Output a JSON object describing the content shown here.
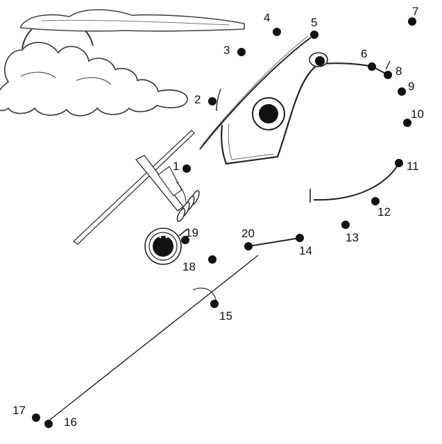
{
  "puzzle": {
    "dots": [
      {
        "label": "1"
      },
      {
        "label": "2"
      },
      {
        "label": "3"
      },
      {
        "label": "4"
      },
      {
        "label": "5"
      },
      {
        "label": "6"
      },
      {
        "label": "7"
      },
      {
        "label": "8"
      },
      {
        "label": "9"
      },
      {
        "label": "10"
      },
      {
        "label": "11"
      },
      {
        "label": "12"
      },
      {
        "label": "13"
      },
      {
        "label": "14"
      },
      {
        "label": "15"
      },
      {
        "label": "16"
      },
      {
        "label": "17"
      },
      {
        "label": "18"
      },
      {
        "label": "19"
      },
      {
        "label": "20"
      }
    ]
  },
  "colors": {
    "ink": "#111111",
    "paper": "#ffffff",
    "cloud_fill": "#ffffff"
  }
}
